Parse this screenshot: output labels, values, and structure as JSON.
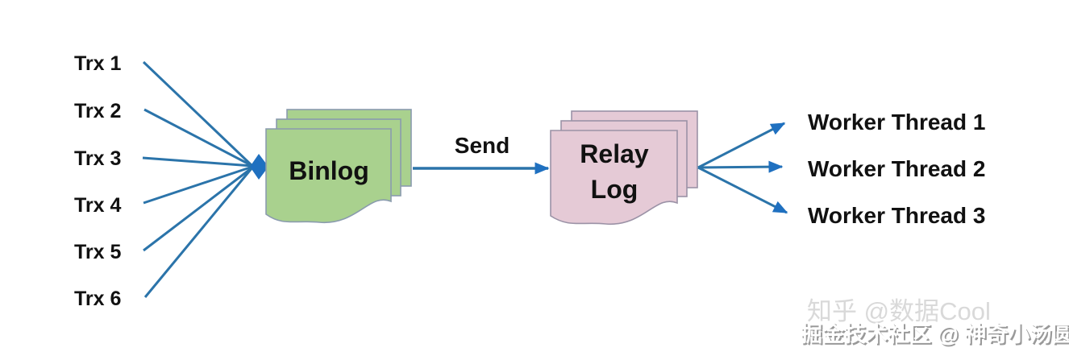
{
  "diagram": {
    "transactions": [
      "Trx 1",
      "Trx 2",
      "Trx 3",
      "Trx 4",
      "Trx 5",
      "Trx 6"
    ],
    "binlog": {
      "label": "Binlog"
    },
    "send": {
      "label": "Send"
    },
    "relay_log": {
      "line1": "Relay",
      "line2": "Log"
    },
    "workers": [
      "Worker Thread 1",
      "Worker Thread 2",
      "Worker Thread 3"
    ]
  },
  "watermarks": {
    "zhihu": "知乎 @数据Cool",
    "juejin": "掘金技术社区 @ 神奇小汤圆"
  },
  "colors": {
    "binlog_fill": "#a9d18e",
    "binlog_border": "#8a9bae",
    "relay_fill": "#e5cad6",
    "relay_border": "#9b92a6",
    "connector_line": "#2b74aa",
    "arrowhead": "#1f70c0",
    "label_text": "#111111",
    "watermark_gray": "#d9d9d9"
  }
}
